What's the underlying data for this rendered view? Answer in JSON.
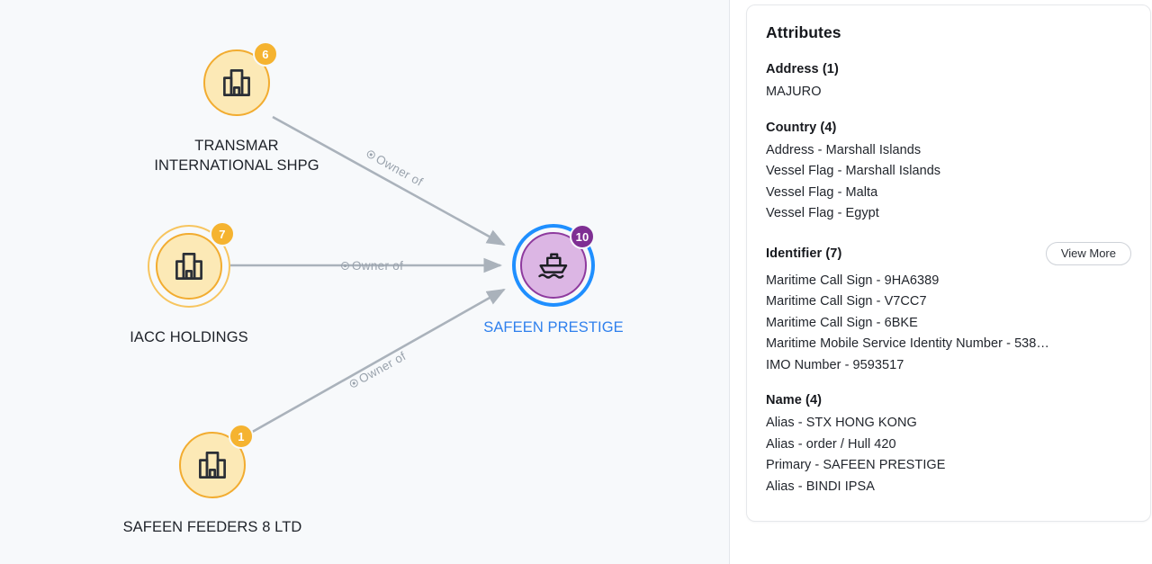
{
  "graph": {
    "edge_label": "Owner of",
    "nodes": [
      {
        "id": "transmar",
        "label": "TRANSMAR\nINTERNATIONAL SHPG",
        "badge": "6",
        "type": "company",
        "icon": "building-icon",
        "selected": false,
        "double_ring": false
      },
      {
        "id": "iacc",
        "label": "IACC HOLDINGS",
        "badge": "7",
        "type": "company",
        "icon": "building-icon",
        "selected": false,
        "double_ring": true
      },
      {
        "id": "safeen-feeders",
        "label": "SAFEEN FEEDERS 8 LTD",
        "badge": "1",
        "type": "company",
        "icon": "building-icon",
        "selected": false,
        "double_ring": false
      },
      {
        "id": "safeen-prestige",
        "label": "SAFEEN PRESTIGE",
        "badge": "10",
        "type": "vessel",
        "icon": "ship-icon",
        "selected": true,
        "double_ring": false
      }
    ],
    "colors": {
      "company_fill": "#fce9b6",
      "company_stroke": "#f2ac30",
      "company_badge": "#f5b330",
      "vessel_fill": "#dcb6e4",
      "vessel_stroke": "#8e3a9e",
      "vessel_badge": "#7f2f93",
      "selection_ring": "#1f8fff",
      "selected_label": "#2f80ed",
      "edge": "#aab2bb",
      "canvas_background": "#f7f9fb"
    }
  },
  "panel": {
    "title": "Attributes",
    "view_more_label": "View More",
    "groups": [
      {
        "id": "address",
        "heading": "Address (1)",
        "has_view_more": false,
        "values": [
          "MAJURO"
        ]
      },
      {
        "id": "country",
        "heading": "Country (4)",
        "has_view_more": false,
        "values": [
          "Address - Marshall Islands",
          "Vessel Flag - Marshall Islands",
          "Vessel Flag - Malta",
          "Vessel Flag - Egypt"
        ]
      },
      {
        "id": "identifier",
        "heading": "Identifier (7)",
        "has_view_more": true,
        "values": [
          "Maritime Call Sign - 9HA6389",
          "Maritime Call Sign - V7CC7",
          "Maritime Call Sign - 6BKE",
          "Maritime Mobile Service Identity Number - 538…",
          "IMO Number - 9593517"
        ]
      },
      {
        "id": "name",
        "heading": "Name (4)",
        "has_view_more": false,
        "values": [
          "Alias - STX HONG KONG",
          "Alias - order / Hull 420",
          "Primary - SAFEEN PRESTIGE",
          "Alias - BINDI IPSA"
        ]
      }
    ]
  }
}
